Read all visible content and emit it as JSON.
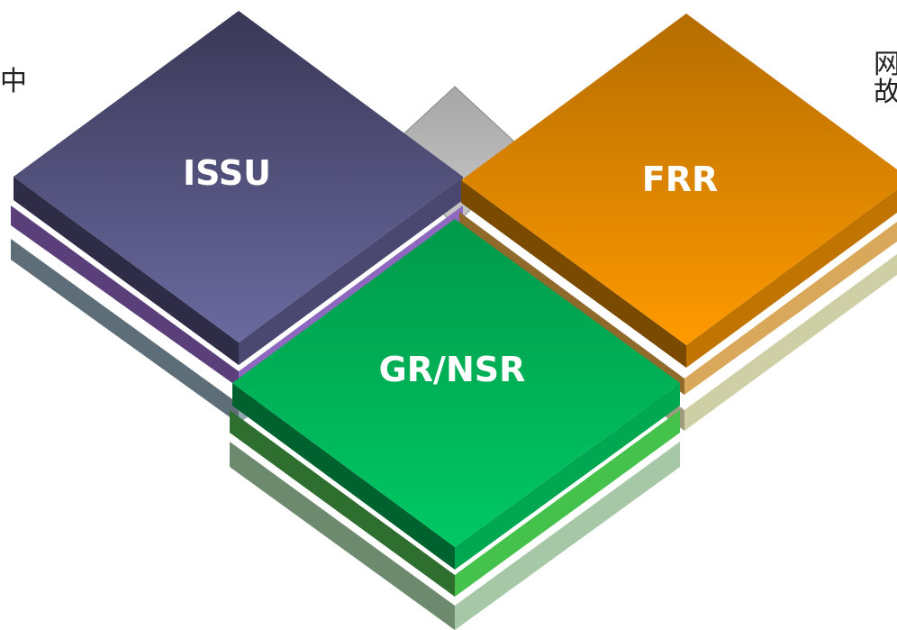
{
  "diagram": {
    "blocks": [
      {
        "id": "issu",
        "label": "ISSU"
      },
      {
        "id": "frr",
        "label": "FRR"
      },
      {
        "id": "gr_nsr",
        "label": "GR/NSR"
      }
    ],
    "side_text": {
      "left": "中",
      "right_line1": "网",
      "right_line2": "故"
    }
  },
  "colors": {
    "issu_top_dark": "#3A3857",
    "issu_top_light": "#6A6AA0",
    "issu_layer2": "#8E68BE",
    "issu_layer3": "#8FA8B0",
    "frr_top_dark": "#B56D00",
    "frr_top_light": "#FF9A00",
    "frr_layer2": "#D9A85A",
    "frr_layer3": "#CFCFA6",
    "gr_top_dark": "#00994A",
    "gr_top_light": "#00C864",
    "gr_layer2": "#45C24C",
    "gr_layer3": "#A6C8A6",
    "back_block": "#B4B4B4"
  }
}
